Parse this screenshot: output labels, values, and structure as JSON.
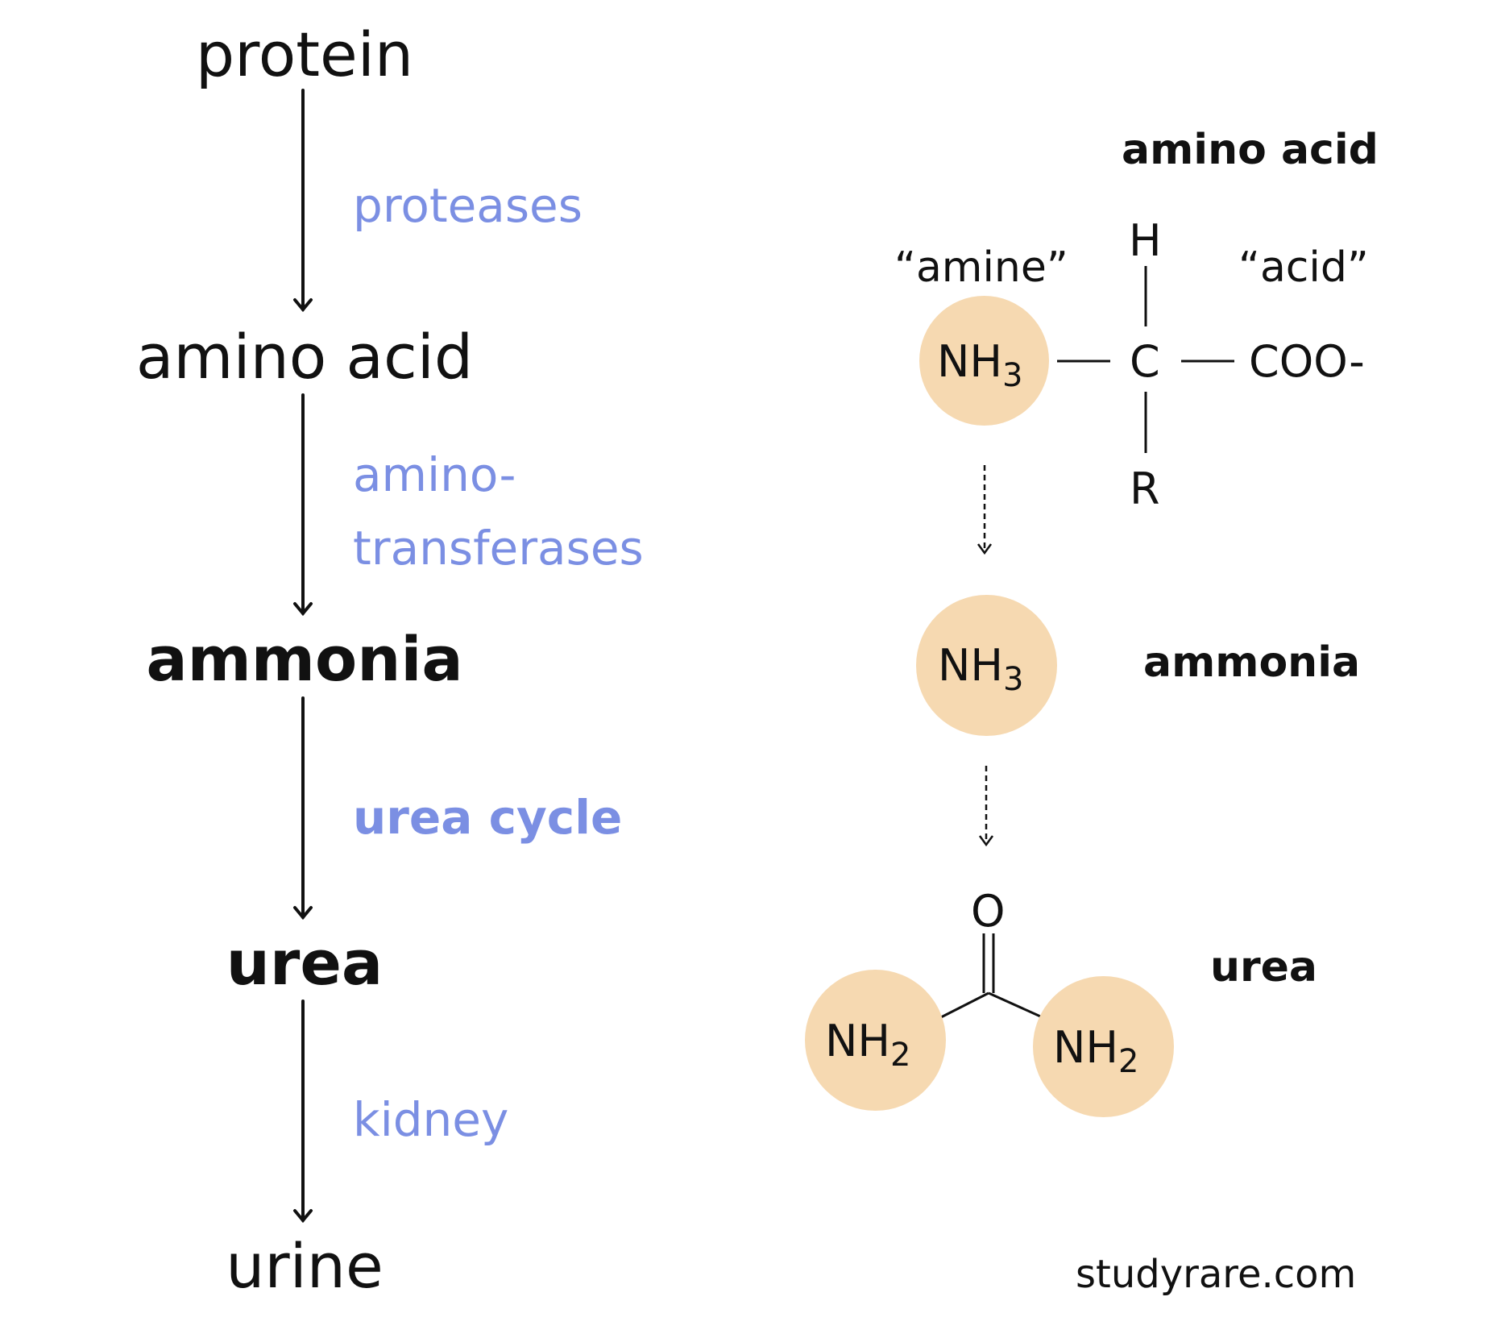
{
  "pathway": {
    "stages": [
      "protein",
      "amino acid",
      "ammonia",
      "urea",
      "urine"
    ],
    "steps": [
      "proteases",
      "amino-",
      "transferases",
      "urea cycle",
      "kidney"
    ]
  },
  "structures": {
    "amino_acid": {
      "title": "amino acid",
      "amine_label": "“amine”",
      "acid_label": "“acid”",
      "amine_group": "NH",
      "amine_sub": "3",
      "h_atom": "H",
      "c_atom": "C",
      "r_group": "R",
      "acid_group": "COO-"
    },
    "ammonia": {
      "title": "ammonia",
      "formula": "NH",
      "sub": "3"
    },
    "urea": {
      "title": "urea",
      "o_atom": "O",
      "left_group": "NH",
      "left_sub": "2",
      "right_group": "NH",
      "right_sub": "2"
    }
  },
  "footer": {
    "source": "studyrare.com"
  },
  "colors": {
    "enzyme_text": "#7b8fe3",
    "circle_fill": "#f6d9b1",
    "text": "#111111"
  }
}
